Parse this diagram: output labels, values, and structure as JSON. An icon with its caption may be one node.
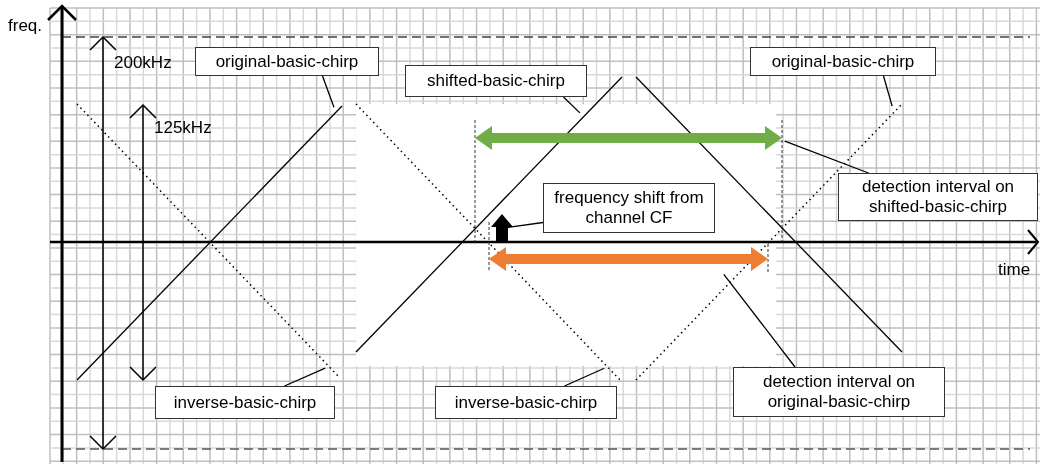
{
  "diagram": {
    "nodes": [
      {
        "text": [
          "original-basic-chirp"
        ]
      },
      {
        "text": [
          "shifted-basic-chirp"
        ]
      },
      {
        "text": [
          "original-basic-chirp"
        ]
      },
      {
        "text": [
          "frequency shift from channel CF"
        ]
      },
      {
        "text": [
          "detection interval on shifted-basic-chirp"
        ]
      },
      {
        "text": [
          "inverse-basic-chirp"
        ]
      },
      {
        "text": [
          "inverse-basic-chirp"
        ]
      },
      {
        "text": [
          "detection interval on original-basic-chirp"
        ]
      }
    ],
    "edges": [
      {
        "from": 0,
        "to": null,
        "arrow": "none"
      },
      {
        "from": 1,
        "to": null,
        "arrow": "none"
      },
      {
        "from": 2,
        "to": null,
        "arrow": "none"
      },
      {
        "from": 3,
        "to": null,
        "arrow": "none"
      },
      {
        "from": 4,
        "to": null,
        "arrow": "none"
      },
      {
        "from": 5,
        "to": null,
        "arrow": "none"
      },
      {
        "from": 6,
        "to": null,
        "arrow": "none"
      },
      {
        "from": 7,
        "to": null,
        "arrow": "none"
      }
    ],
    "labels": [
      "freq.",
      "200kHz",
      "125kHz",
      "time"
    ]
  }
}
